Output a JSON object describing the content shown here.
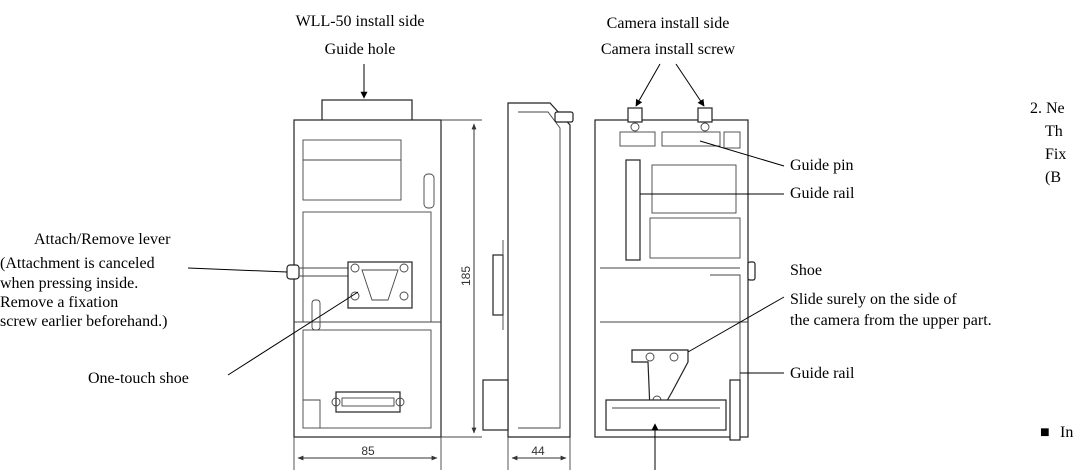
{
  "labels": {
    "wll_install_side": "WLL-50 install side",
    "guide_hole": "Guide hole",
    "camera_install_side": "Camera install side",
    "camera_install_screw": "Camera install screw",
    "attach_lever": "Attach/Remove lever",
    "attach_note_1": "(Attachment is canceled",
    "attach_note_2": "when pressing inside.",
    "attach_note_3": "Remove a fixation",
    "attach_note_4": "screw earlier beforehand.)",
    "one_touch_shoe": "One-touch shoe",
    "guide_pin": "Guide pin",
    "guide_rail_1": "Guide rail",
    "shoe": "Shoe",
    "shoe_note_1": "Slide surely on the side of",
    "shoe_note_2": "the camera from the upper part.",
    "guide_rail_2": "Guide rail"
  },
  "dimensions": {
    "width_front": "85",
    "height": "185",
    "depth": "44"
  },
  "side_note": {
    "line1": "2. Ne",
    "line2": "Th",
    "line3": "Fix",
    "line4": "(B"
  },
  "bottom_note": {
    "bullet": "■",
    "text": "In"
  }
}
